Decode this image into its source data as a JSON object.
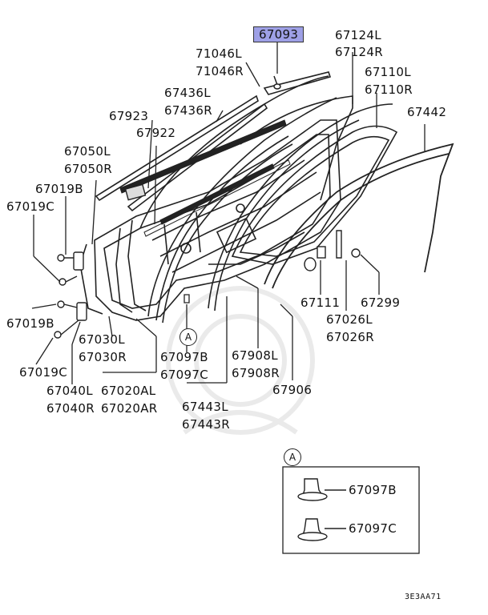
{
  "highlighted_part": "67093",
  "labels": {
    "p71046l": "71046L",
    "p71046r": "71046R",
    "p67124l": "67124L",
    "p67124r": "67124R",
    "p67110l": "67110L",
    "p67110r": "67110R",
    "p67442": "67442",
    "p67436l": "67436L",
    "p67436r": "67436R",
    "p67923": "67923",
    "p67922": "67922",
    "p67050l": "67050L",
    "p67050r": "67050R",
    "p67019b_top": "67019B",
    "p67019c_top": "67019C",
    "p67019b_low": "67019B",
    "p67019c_low": "67019C",
    "p67111": "67111",
    "p67299": "67299",
    "p67026l": "67026L",
    "p67026r": "67026R",
    "p67030l": "67030L",
    "p67030r": "67030R",
    "p67097b": "67097B",
    "p67097c": "67097C",
    "p67908l": "67908L",
    "p67908r": "67908R",
    "p67906": "67906",
    "p67040l": "67040L",
    "p67040r": "67040R",
    "p67020al": "67020AL",
    "p67020ar": "67020AR",
    "p67443l": "67443L",
    "p67443r": "67443R",
    "inset_67097b": "67097B",
    "inset_67097c": "67097C"
  },
  "callouts": {
    "main": "A",
    "inset": "A"
  },
  "diagram_code": "3E3AA71",
  "colors": {
    "highlight": "#9ea0e6",
    "line": "#222222"
  }
}
